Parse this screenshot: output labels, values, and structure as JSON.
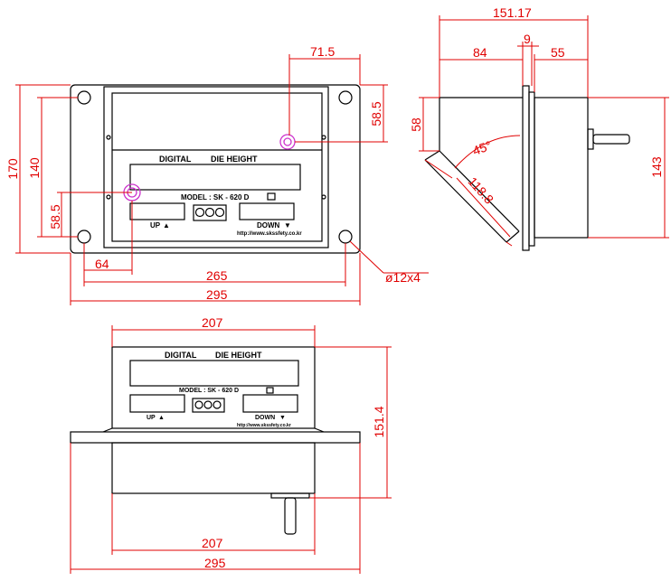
{
  "panel": {
    "title_digital": "DIGITAL",
    "title_die_height": "DIE HEIGHT",
    "model": "MODEL : SK - 620 D",
    "up": "UP",
    "down": "DOWN",
    "url": "http://www.skssfety.co.kr",
    "arrow_up": "▲",
    "arrow_down": "▼"
  },
  "front_view": {
    "dims": {
      "height_total": "170",
      "height_holes": "140",
      "hole_to_mark_v": "58.5",
      "hole_to_mark_h": "64",
      "holes_span": "265",
      "width_total": "295",
      "mark_offset_h": "71.5",
      "mark_offset_v": "58.5",
      "hole_spec": "ø12x4"
    }
  },
  "side_view": {
    "dims": {
      "overall_depth": "151.17",
      "body_depth": "84",
      "plate": "9",
      "rear": "55",
      "front_height": "58",
      "angle": "45°",
      "slant": "118.8",
      "height": "143"
    }
  },
  "bottom_view": {
    "dims": {
      "top_width": "207",
      "bottom_width": "207",
      "flange_width": "295",
      "height": "151.4"
    }
  },
  "colors": {
    "dimension": "#e00000",
    "outline": "#000000",
    "marker": "#cc33cc"
  }
}
